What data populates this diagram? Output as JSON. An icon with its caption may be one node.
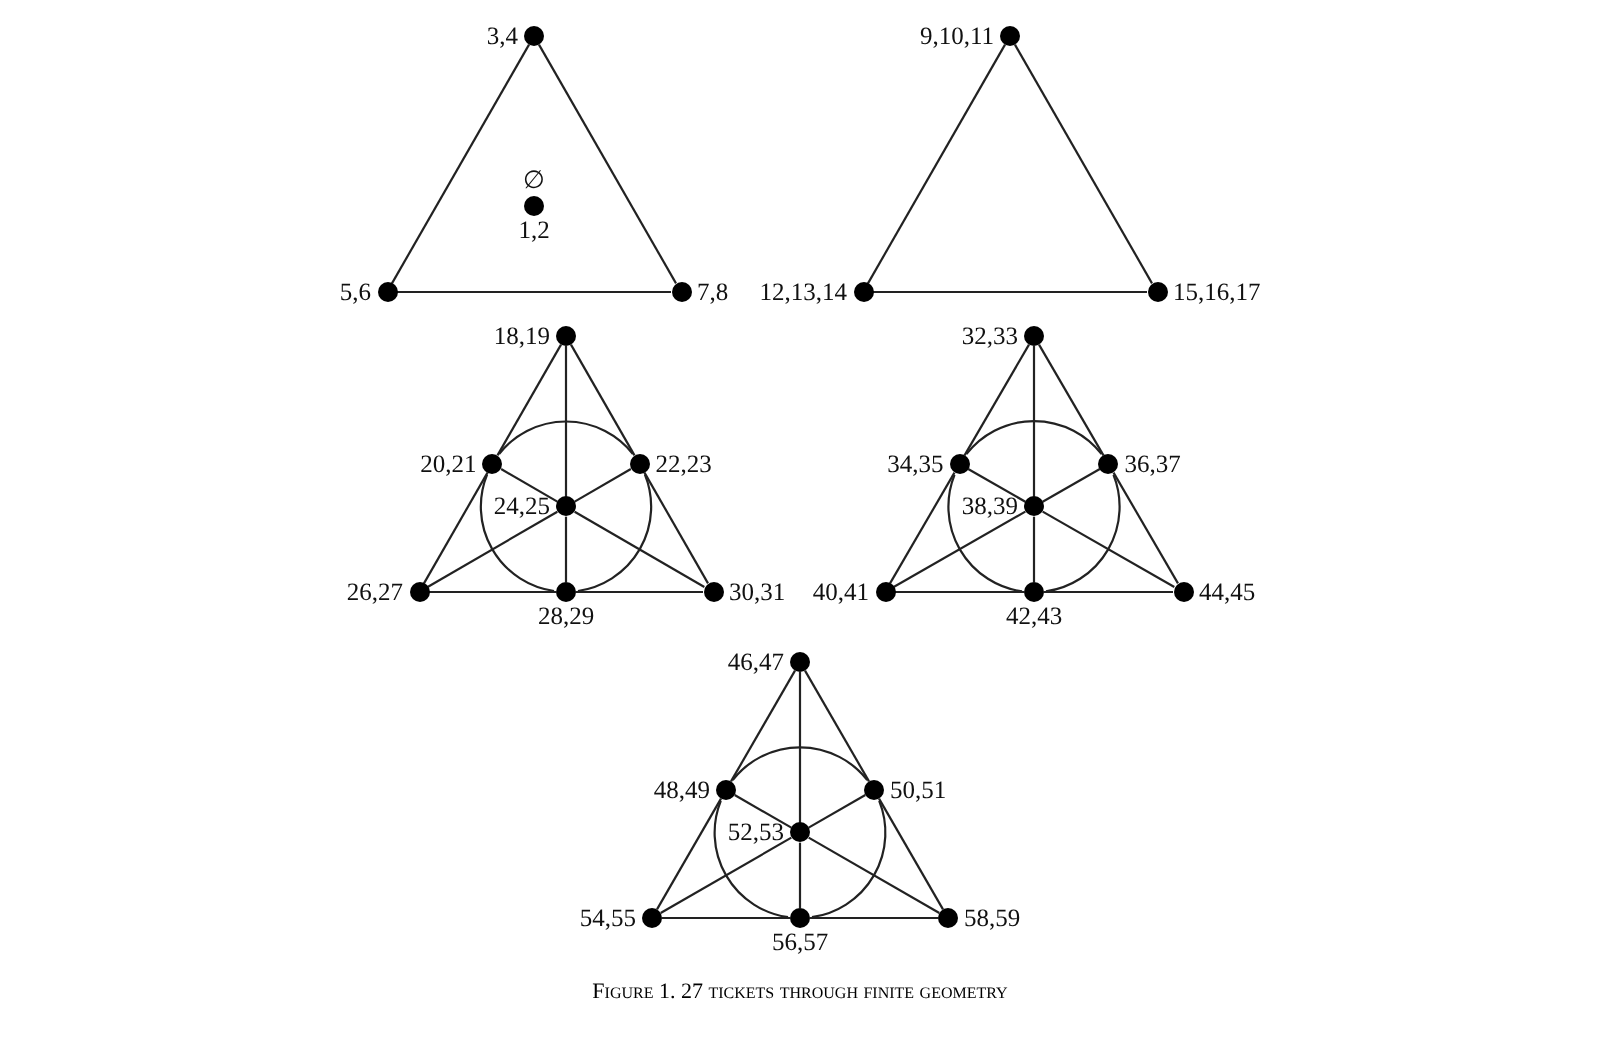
{
  "diagram": {
    "caption": "Figure 1. 27 tickets through finite geometry",
    "nodes": [
      {
        "text": [],
        "shape": "circle",
        "beside": [
          "3,4"
        ]
      },
      {
        "text": [],
        "shape": "circle",
        "beside": [
          "∅",
          "1,2"
        ]
      },
      {
        "text": [],
        "shape": "circle",
        "beside": [
          "5,6"
        ]
      },
      {
        "text": [],
        "shape": "circle",
        "beside": [
          "7,8"
        ]
      },
      {
        "text": [],
        "shape": "circle",
        "beside": [
          "9,10,11"
        ]
      },
      {
        "text": [],
        "shape": "circle",
        "beside": [
          "12,13,14"
        ]
      },
      {
        "text": [],
        "shape": "circle",
        "beside": [
          "15,16,17"
        ]
      },
      {
        "text": [],
        "shape": "circle",
        "beside": [
          "18,19"
        ]
      },
      {
        "text": [],
        "shape": "circle",
        "beside": [
          "20,21"
        ]
      },
      {
        "text": [],
        "shape": "circle",
        "beside": [
          "22,23"
        ]
      },
      {
        "text": [],
        "shape": "circle",
        "beside": [
          "24,25"
        ]
      },
      {
        "text": [],
        "shape": "circle",
        "beside": [
          "26,27"
        ]
      },
      {
        "text": [],
        "shape": "circle",
        "beside": [
          "28,29"
        ]
      },
      {
        "text": [],
        "shape": "circle",
        "beside": [
          "30,31"
        ]
      },
      {
        "text": [],
        "shape": "circle",
        "beside": [
          "32,33"
        ]
      },
      {
        "text": [],
        "shape": "circle",
        "beside": [
          "34,35"
        ]
      },
      {
        "text": [],
        "shape": "circle",
        "beside": [
          "36,37"
        ]
      },
      {
        "text": [],
        "shape": "circle",
        "beside": [
          "38,39"
        ]
      },
      {
        "text": [],
        "shape": "circle",
        "beside": [
          "40,41"
        ]
      },
      {
        "text": [],
        "shape": "circle",
        "beside": [
          "42,43"
        ]
      },
      {
        "text": [],
        "shape": "circle",
        "beside": [
          "44,45"
        ]
      },
      {
        "text": [],
        "shape": "circle",
        "beside": [
          "46,47"
        ]
      },
      {
        "text": [],
        "shape": "circle",
        "beside": [
          "48,49"
        ]
      },
      {
        "text": [],
        "shape": "circle",
        "beside": [
          "50,51"
        ]
      },
      {
        "text": [],
        "shape": "circle",
        "beside": [
          "52,53"
        ]
      },
      {
        "text": [],
        "shape": "circle",
        "beside": [
          "54,55"
        ]
      },
      {
        "text": [],
        "shape": "circle",
        "beside": [
          "56,57"
        ]
      },
      {
        "text": [],
        "shape": "circle",
        "beside": [
          "58,59"
        ]
      }
    ],
    "edges": [
      {
        "from": 0,
        "to": 2,
        "arrow": "none"
      },
      {
        "from": 2,
        "to": 3,
        "arrow": "none"
      },
      {
        "from": 3,
        "to": 0,
        "arrow": "none"
      },
      {
        "from": 4,
        "to": 5,
        "arrow": "none"
      },
      {
        "from": 5,
        "to": 6,
        "arrow": "none"
      },
      {
        "from": 6,
        "to": 4,
        "arrow": "none"
      },
      {
        "from": 7,
        "to": 8,
        "arrow": "none"
      },
      {
        "from": 8,
        "to": 11,
        "arrow": "none"
      },
      {
        "from": 11,
        "to": 12,
        "arrow": "none"
      },
      {
        "from": 12,
        "to": 13,
        "arrow": "none"
      },
      {
        "from": 13,
        "to": 9,
        "arrow": "none"
      },
      {
        "from": 9,
        "to": 7,
        "arrow": "none"
      },
      {
        "from": 7,
        "to": 10,
        "arrow": "none"
      },
      {
        "from": 10,
        "to": 12,
        "arrow": "none"
      },
      {
        "from": 8,
        "to": 10,
        "arrow": "none"
      },
      {
        "from": 10,
        "to": 13,
        "arrow": "none"
      },
      {
        "from": 9,
        "to": 10,
        "arrow": "none"
      },
      {
        "from": 10,
        "to": 11,
        "arrow": "none"
      },
      {
        "from": 8,
        "to": 9,
        "arrow": "none"
      },
      {
        "from": 9,
        "to": 12,
        "arrow": "none"
      },
      {
        "from": 12,
        "to": 8,
        "arrow": "none"
      },
      {
        "from": 14,
        "to": 15,
        "arrow": "none"
      },
      {
        "from": 15,
        "to": 18,
        "arrow": "none"
      },
      {
        "from": 18,
        "to": 19,
        "arrow": "none"
      },
      {
        "from": 19,
        "to": 20,
        "arrow": "none"
      },
      {
        "from": 20,
        "to": 16,
        "arrow": "none"
      },
      {
        "from": 16,
        "to": 14,
        "arrow": "none"
      },
      {
        "from": 14,
        "to": 17,
        "arrow": "none"
      },
      {
        "from": 17,
        "to": 19,
        "arrow": "none"
      },
      {
        "from": 15,
        "to": 17,
        "arrow": "none"
      },
      {
        "from": 17,
        "to": 20,
        "arrow": "none"
      },
      {
        "from": 16,
        "to": 17,
        "arrow": "none"
      },
      {
        "from": 17,
        "to": 18,
        "arrow": "none"
      },
      {
        "from": 15,
        "to": 16,
        "arrow": "none"
      },
      {
        "from": 16,
        "to": 19,
        "arrow": "none"
      },
      {
        "from": 19,
        "to": 15,
        "arrow": "none"
      },
      {
        "from": 21,
        "to": 22,
        "arrow": "none"
      },
      {
        "from": 22,
        "to": 25,
        "arrow": "none"
      },
      {
        "from": 25,
        "to": 26,
        "arrow": "none"
      },
      {
        "from": 26,
        "to": 27,
        "arrow": "none"
      },
      {
        "from": 27,
        "to": 23,
        "arrow": "none"
      },
      {
        "from": 23,
        "to": 21,
        "arrow": "none"
      },
      {
        "from": 21,
        "to": 24,
        "arrow": "none"
      },
      {
        "from": 24,
        "to": 26,
        "arrow": "none"
      },
      {
        "from": 22,
        "to": 24,
        "arrow": "none"
      },
      {
        "from": 24,
        "to": 27,
        "arrow": "none"
      },
      {
        "from": 23,
        "to": 24,
        "arrow": "none"
      },
      {
        "from": 24,
        "to": 25,
        "arrow": "none"
      },
      {
        "from": 22,
        "to": 23,
        "arrow": "none"
      },
      {
        "from": 23,
        "to": 26,
        "arrow": "none"
      },
      {
        "from": 26,
        "to": 22,
        "arrow": "none"
      }
    ]
  }
}
